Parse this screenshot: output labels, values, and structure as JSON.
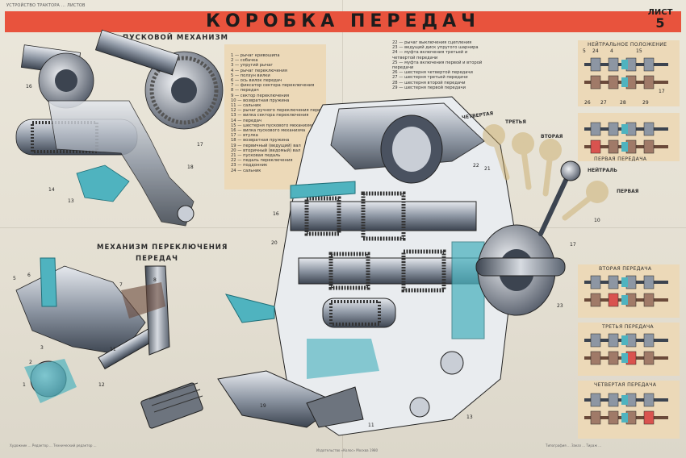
{
  "header": {
    "top_note": "УСТРОЙСТВО ТРАКТОРА ... ЛИСТОВ",
    "title": "Коробка передач",
    "sheet_label": "ЛИСТ",
    "sheet_number": "5"
  },
  "sections": {
    "starter": "ПУСКОВОЙ МЕХАНИЗМ",
    "shift_line1": "МЕХАНИЗМ ПЕРЕКЛЮЧЕНИЯ",
    "shift_line2": "ПЕРЕДАЧ"
  },
  "legend_left": [
    "1 — рычаг кривошипа",
    "2 — собачка",
    "3 — упругий рычаг",
    "4 — рычаг переключения",
    "5 — ползун вилки",
    "6 — ось вилок передач",
    "7 — фиксатор сектора переключения",
    "8 — передач",
    "9 — сектор переключения",
    "10 — возвратная пружина",
    "11 — сальник",
    "12 — рычаг ручного переключения передач",
    "13 — вилка сектора переключения",
    "14 — передач",
    "15 — шестерня пускового механизма",
    "16 — вилка пускового механизма",
    "17 — втулка",
    "18 — возвратная пружина",
    "19 — первичный (ведущий) вал",
    "20 — вторичный (ведомый) вал",
    "21 — пусковая педаль",
    "22 — педаль переключения",
    "23 — поддонник",
    "24 — сальник"
  ],
  "legend_right": [
    "22 — рычаг выключения сцепления",
    "23 — ведущий диск упругого шарнира",
    "24 — муфта включения третьей и",
    "четвертой передачи",
    "25 — муфта включения первой и второй",
    "передачи",
    "26 — шестерня четвертой передачи",
    "27 — шестерня третьей передачи",
    "28 — шестерня второй передачи",
    "29 — шестерня первой передачи"
  ],
  "gear_positions": {
    "fourth": "ЧЕТВЕРТАЯ",
    "third": "ТРЕТЬЯ",
    "second": "ВТОРАЯ",
    "neutral": "НЕЙТРАЛЬ",
    "first": "ПЕРВАЯ"
  },
  "right_panels": {
    "neutral": "НЕЙТРАЛЬНОЕ ПОЛОЖЕНИЕ",
    "first": "ПЕРВАЯ ПЕРЕДАЧА",
    "second": "ВТОРАЯ ПЕРЕДАЧА",
    "third": "ТРЕТЬЯ ПЕРЕДАЧА",
    "fourth": "ЧЕТВЕРТАЯ ПЕРЕДАЧА"
  },
  "neutral_labels_top": [
    "5",
    "24",
    "4",
    "15"
  ],
  "neutral_labels_bottom": [
    "26",
    "27",
    "28",
    "29"
  ],
  "neutral_label_side": "17",
  "callouts": [
    "16",
    "14",
    "13",
    "17",
    "18",
    "5",
    "6",
    "7",
    "8",
    "3",
    "2",
    "1",
    "12",
    "11",
    "16",
    "20",
    "21",
    "22",
    "10",
    "17",
    "23",
    "19",
    "11",
    "13"
  ],
  "footer_left": "Художник ... Редактор ... Технический редактор ...",
  "footer_mid": "Издательство «Колос» Москва 1980",
  "footer_right": "Типография ... Заказ ... Тираж ...",
  "colors": {
    "banner": "#e8533d",
    "accent_cyan": "#4fb3bf",
    "accent_red": "#d9534f",
    "panel": "#ecd9b8",
    "metal_dark": "#3c4450",
    "metal_light": "#c9ced6"
  }
}
